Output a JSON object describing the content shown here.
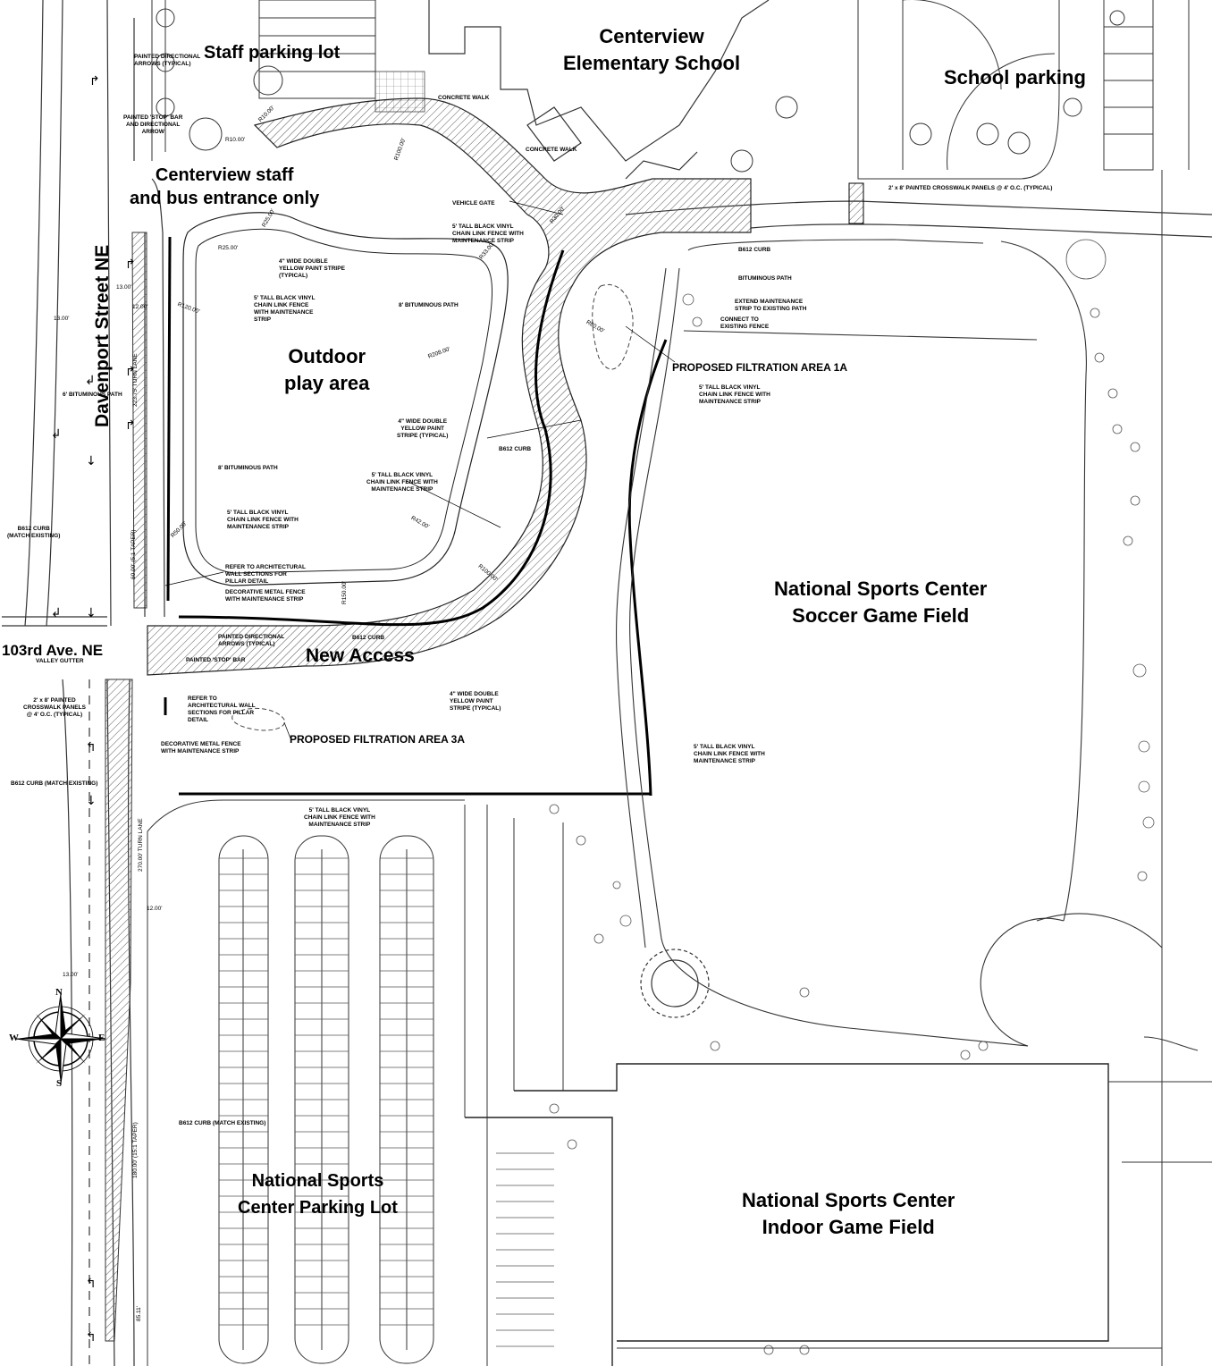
{
  "labels": {
    "school": "Centerview\nElementary School",
    "staff_parking": "Staff parking lot",
    "school_parking": "School parking",
    "staff_entrance": "Centerview staff\nand bus entrance only",
    "davenport": "Davenport Street NE",
    "outdoor_play": "Outdoor\nplay area",
    "new_access": "New Access",
    "ave_103": "103rd Ave. NE",
    "soccer_field": "National Sports Center\nSoccer Game Field",
    "parking_lot": "National Sports\nCenter Parking Lot",
    "indoor_field": "National Sports Center\nIndoor Game Field"
  },
  "mid_labels": {
    "filtration_1a": "PROPOSED FILTRATION AREA 1A",
    "filtration_3a": "PROPOSED FILTRATION AREA 3A"
  },
  "notes": {
    "arrows_typ": "PAINTED DIRECTIONAL\nARROWS (TYPICAL)",
    "stop_bar_arrow": "PAINTED 'STOP' BAR\nAND DIRECTIONAL\nARROW",
    "concrete_walk_1": "CONCRETE WALK",
    "concrete_walk_2": "CONCRETE WALK",
    "vehicle_gate": "VEHICLE GATE",
    "crosswalk_panels_typ": "2' x 8' PAINTED CROSSWALK PANELS @ 4' O.C. (TYPICAL)",
    "fence_top": "5' TALL BLACK VINYL\nCHAIN LINK FENCE WITH\nMAINTENANCE STRIP",
    "b612_curb_1": "B612 CURB",
    "bituminous_path": "BITUMINOUS PATH",
    "extend_strip": "EXTEND MAINTENANCE\nSTRIP TO EXISTING PATH",
    "connect_fence": "CONNECT TO\nEXISTING FENCE",
    "yellow_stripe_top": "4\" WIDE DOUBLE\nYELLOW PAINT STRIPE\n(TYPICAL)",
    "fence_left": "5' TALL BLACK VINYL\nCHAIN LINK FENCE\nWITH MAINTENANCE\nSTRIP",
    "bit_path_8_1": "8' BITUMINOUS PATH",
    "fence_1a": "5' TALL BLACK VINYL\nCHAIN LINK FENCE WITH\nMAINTENANCE STRIP",
    "bit_path_6": "6' BITUMINOUS PATH",
    "yellow_stripe_mid": "4\" WIDE DOUBLE\nYELLOW PAINT\nSTRIPE (TYPICAL)",
    "b612_curb_2": "B612 CURB",
    "bit_path_8_2": "8' BITUMINOUS PATH",
    "fence_mid": "5' TALL BLACK VINYL\nCHAIN LINK FENCE WITH\nMAINTENANCE STRIP",
    "fence_lower_left": "5' TALL BLACK VINYL\nCHAIN LINK FENCE WITH\nMAINTENANCE STRIP",
    "b612_match_1": "B612 CURB\n(MATCH EXISTING)",
    "refer_arch_1": "REFER TO ARCHITECTURAL\nWALL SECTIONS FOR\nPILLAR DETAIL",
    "deco_fence_1": "DECORATIVE METAL FENCE\nWITH MAINTENANCE STRIP",
    "arrows_typ_2": "PAINTED DIRECTIONAL\nARROWS (TYPICAL)",
    "b612_curb_3": "B612 CURB",
    "valley_gutter": "VALLEY GUTTER",
    "stop_bar": "PAINTED 'STOP' BAR",
    "crosswalk_left": "2' x 8' PAINTED\nCROSSWALK PANELS\n@ 4' O.C. (TYPICAL)",
    "yellow_stripe_low": "4\" WIDE DOUBLE\nYELLOW PAINT\nSTRIPE (TYPICAL)",
    "refer_arch_2": "REFER TO\nARCHITECTURAL WALL\nSECTIONS FOR PILLAR\nDETAIL",
    "deco_fence_2": "DECORATIVE METAL FENCE\nWITH MAINTENANCE STRIP",
    "b612_match_2": "B612 CURB (MATCH EXISTING)",
    "fence_soccer": "5' TALL BLACK VINYL\nCHAIN LINK FENCE WITH\nMAINTENANCE STRIP",
    "fence_parking": "5' TALL BLACK VINYL\nCHAIN LINK FENCE WITH\nMAINTENANCE STRIP",
    "b612_match_3": "B612 CURB (MATCH EXISTING)"
  },
  "dims": {
    "r10a": "R10.00'",
    "r10b": "R10.00'",
    "r100a": "R100.00'",
    "r25a": "R25.00'",
    "r30": "R30.00'",
    "r33": "R33.00'",
    "r25b": "R25.00'",
    "r120": "R120.00'",
    "r208": "R208.00'",
    "r80": "R80.00'",
    "r42": "R42.00'",
    "r50": "R50.00'",
    "r100b": "R100.00'",
    "r150": "R150.00'",
    "d13a": "13.00'",
    "d13b": "13.00'",
    "d12a": "12.00'",
    "d12b": "12.00'",
    "d13c": "13.00'",
    "turn1": "223.75' TURN LANE",
    "taper1": "60.00' (5:1 TAPER)",
    "turn2": "270.00' TURN LANE",
    "taper2": "180.00' (15:1 TAPER)",
    "d85": "85.11'"
  },
  "compass": {
    "n": "N",
    "s": "S",
    "e": "E",
    "w": "W"
  }
}
